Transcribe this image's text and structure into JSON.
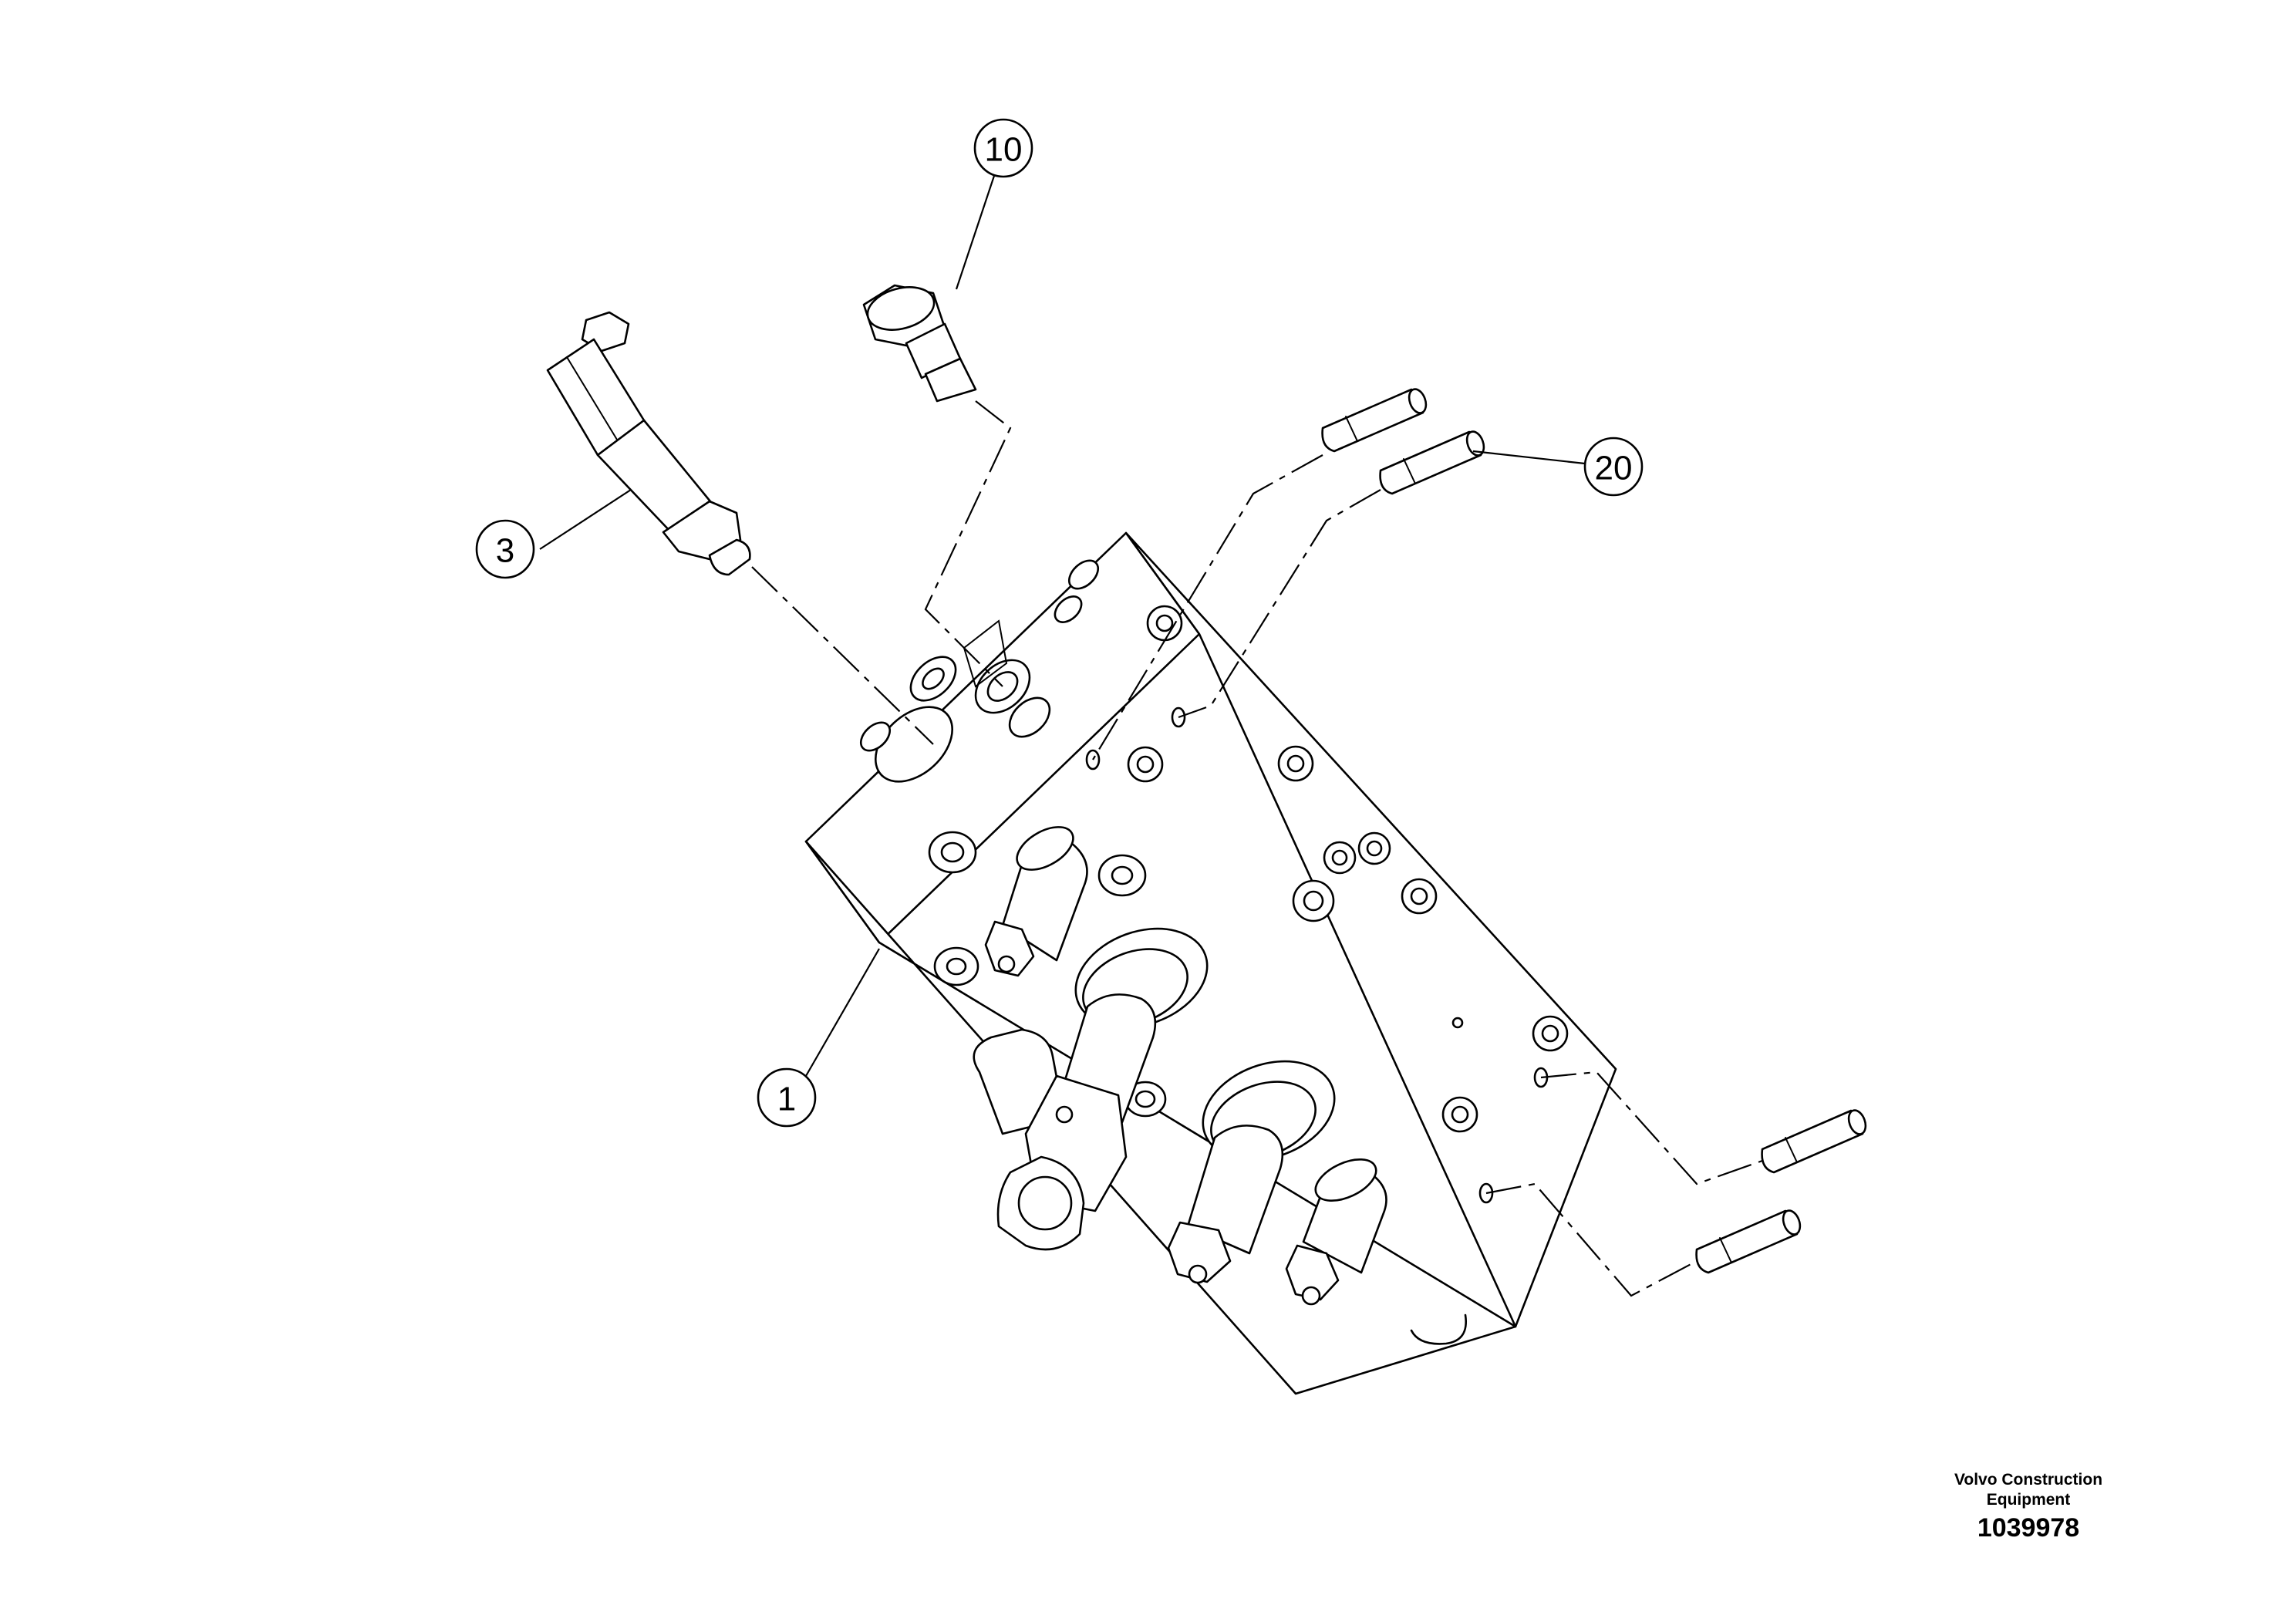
{
  "callouts": {
    "c1": "1",
    "c3": "3",
    "c10": "10",
    "c20": "20"
  },
  "caption": {
    "brand_line1": "Volvo Construction",
    "brand_line2": "Equipment",
    "drawing_number": "1039978"
  }
}
